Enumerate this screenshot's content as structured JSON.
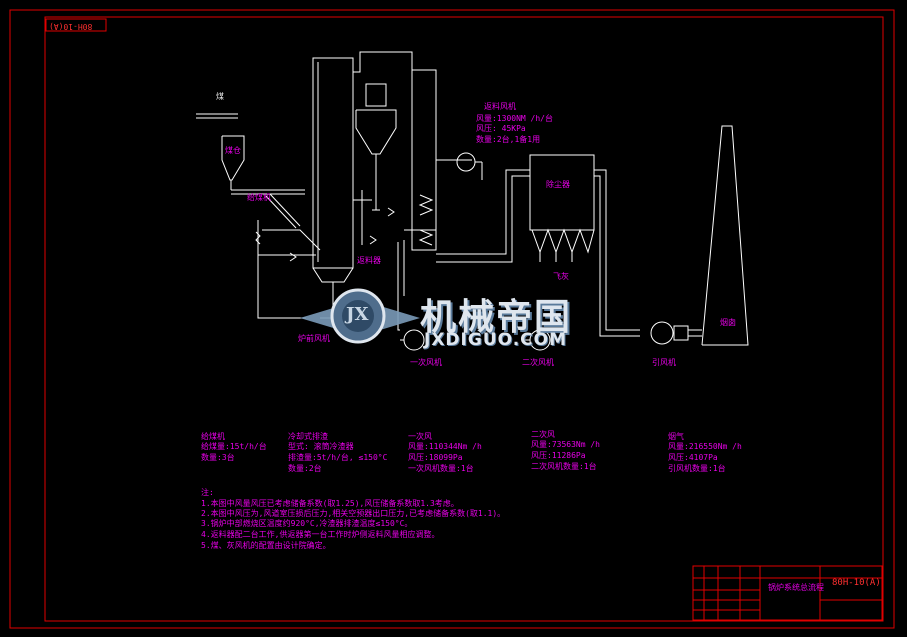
{
  "drawing": {
    "corner_code": "80H-10(A)",
    "title_block": {
      "drawing_title": "锅炉系统总流程",
      "drawing_number": "80H-10(A)"
    }
  },
  "labels": {
    "coal": "煤",
    "hopper": "煤仓",
    "feeder": "给煤机",
    "dust_collector": "除尘器",
    "return_feeder": "返料器",
    "furnace_nozzle": "炉前风机",
    "chimney": "烟囱",
    "fly_ash": "飞灰",
    "primary_fan": "一次风机",
    "secondary_fan": "二次风机",
    "induced_fan": "引风机"
  },
  "return_air": {
    "title": "返料风机",
    "flow": "风量:1300NM /h/台",
    "pressure": "风压: 45KPa",
    "qty": "数量:2台,1备1用"
  },
  "specs": [
    {
      "title": "给煤机",
      "lines": [
        "给煤量:15t/h/台",
        "数量:3台"
      ]
    },
    {
      "title": "冷却式排渣",
      "lines": [
        "型式: 滚筒冷渣器",
        "排渣量:5t/h/台, ≤150°C",
        "数量:2台"
      ]
    },
    {
      "title": "一次风",
      "lines": [
        "风量:110344Nm /h",
        "风压:18099Pa",
        "一次风机数量:1台"
      ]
    },
    {
      "title": "二次风",
      "lines": [
        "风量:73563Nm /h",
        "风压:11286Pa",
        "二次风机数量:1台"
      ]
    },
    {
      "title": "烟气",
      "lines": [
        "风量:216550Nm /h",
        "风压:4107Pa",
        "引风机数量:1台"
      ]
    }
  ],
  "notes": {
    "heading": "注:",
    "items": [
      "1.本图中风量风压已考虑储备系数(取1.25),风压储备系数取1.3考虑。",
      "2.本图中风压为,风道室压损后压力,相关空预器出口压力,已考虑储备系数(取1.1)。",
      "3.锅炉中部燃烧区温度约920°C,冷渣器排渣温度≤150°C。",
      "4.返料器配二台工作,供返器第一台工作时炉侧返料风量相应调整。",
      "5.煤、灰风机的配置由设计院确定。"
    ]
  },
  "watermark": {
    "cn": "机械帝国",
    "en": "JXDIGUO.COM",
    "emblem": "JX"
  },
  "colors": {
    "line": "#ffffff",
    "label": "#e600e6",
    "frame": "#e00000"
  }
}
